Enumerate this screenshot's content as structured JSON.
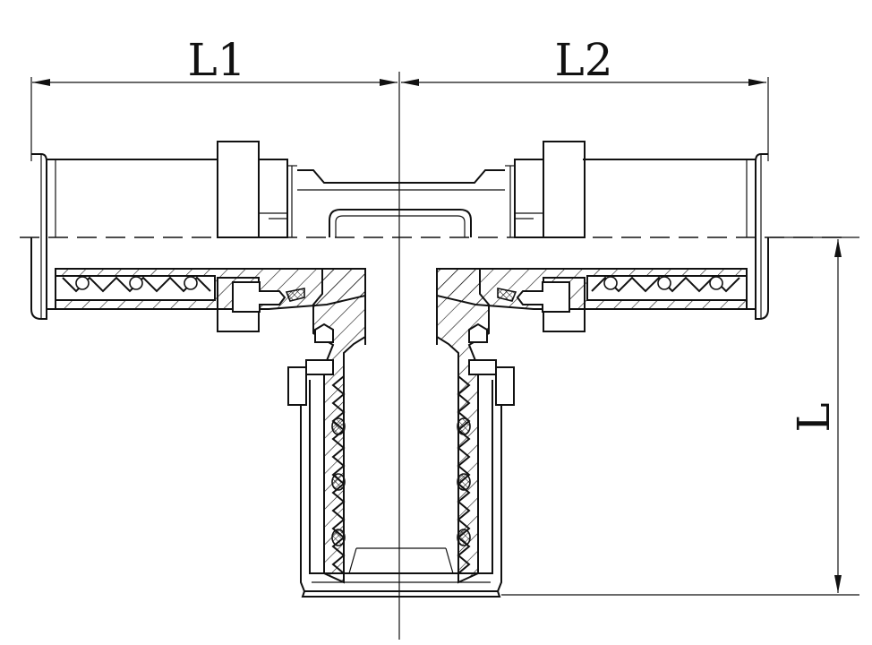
{
  "dimensions": {
    "l1": "L1",
    "l2": "L2",
    "l": "L"
  },
  "colors": {
    "line": "#111111",
    "background": "#ffffff"
  }
}
